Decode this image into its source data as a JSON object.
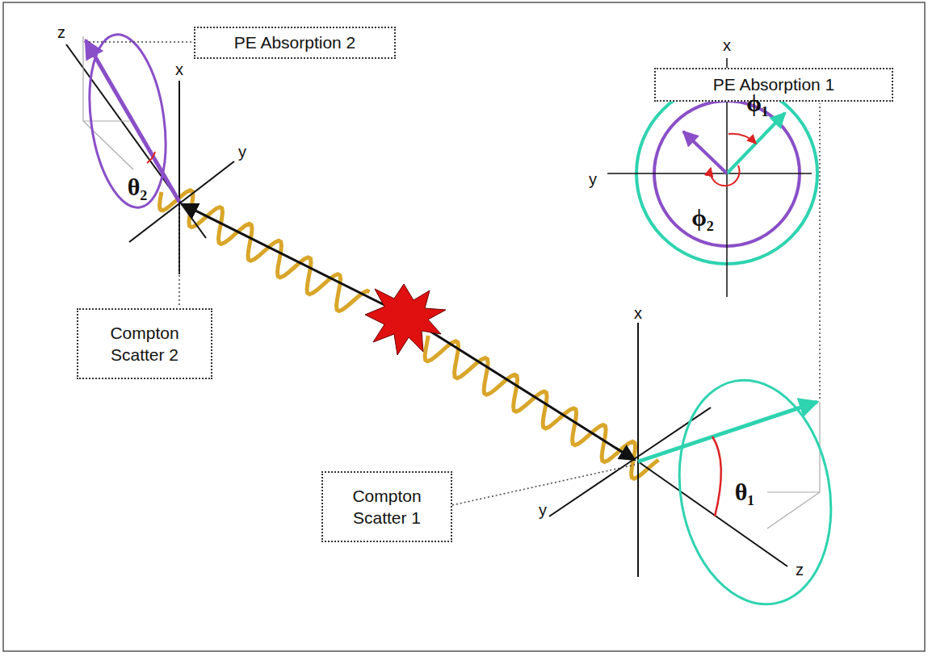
{
  "diagram": {
    "nodes": [
      {
        "text": [
          "PE Absorption 2"
        ]
      },
      {
        "text": [
          "PE Absorption 1"
        ]
      },
      {
        "text": [
          "Compton Scatter 2"
        ]
      },
      {
        "text": [
          "Compton Scatter 1"
        ]
      }
    ],
    "labels": [
      "z",
      "x",
      "y",
      "θ₂",
      "x",
      "y",
      "z",
      "θ₁",
      "x",
      "y",
      "ϕ₁",
      "ϕ₂"
    ]
  }
}
